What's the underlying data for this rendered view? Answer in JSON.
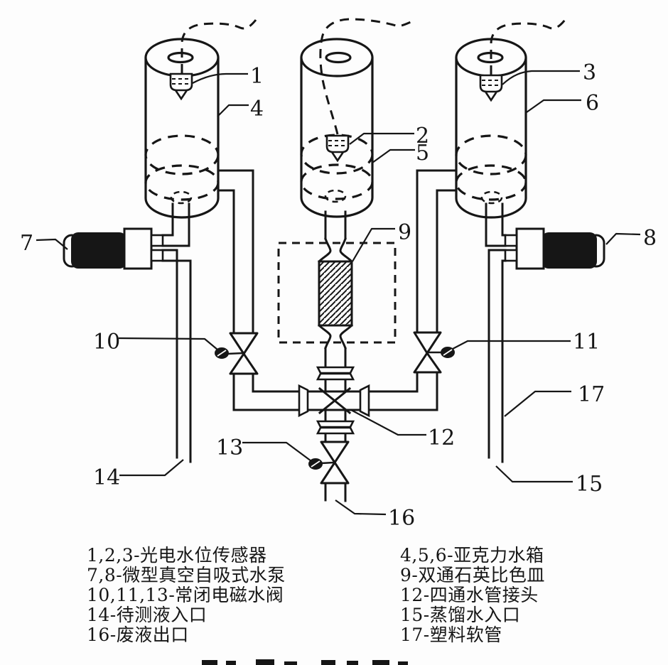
{
  "diagram": {
    "callouts": {
      "n1": "1",
      "n2": "2",
      "n3": "3",
      "n4": "4",
      "n5": "5",
      "n6": "6",
      "n7": "7",
      "n8": "8",
      "n9": "9",
      "n10": "10",
      "n11": "11",
      "n12": "12",
      "n13": "13",
      "n14": "14",
      "n15": "15",
      "n16": "16",
      "n17": "17"
    },
    "legend": {
      "left": [
        "1,2,3-光电水位传感器",
        "7,8-微型真空自吸式水泵",
        "10,11,13-常闭电磁水阀",
        "14-待测液入口",
        "16-废液出口"
      ],
      "right": [
        "4,5,6-亚克力水箱",
        "9-双通石英比色皿",
        "12-四通水管接头",
        "15-蒸馏水入口",
        "17-塑料软管"
      ]
    },
    "colors": {
      "ink": "#161616",
      "background": "#fdfdfd"
    }
  }
}
